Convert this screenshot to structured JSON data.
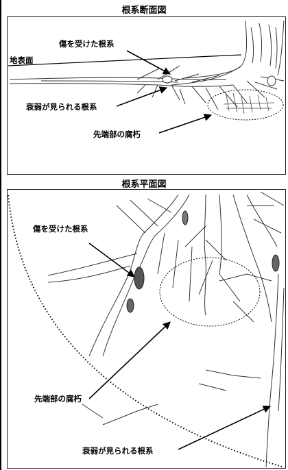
{
  "section_profile": {
    "title": "根系断面図",
    "labels": {
      "damaged_roots": "傷を受けた根系",
      "ground_surface": "地表面",
      "weakened_roots": "衰弱が見られる根系",
      "tip_rot": "先端部の腐朽"
    }
  },
  "section_plan": {
    "title": "根系平面図",
    "labels": {
      "damaged_roots": "傷を受けた根系",
      "tip_rot": "先端部の腐朽",
      "weakened_roots": "衰弱が見られる根系"
    }
  }
}
